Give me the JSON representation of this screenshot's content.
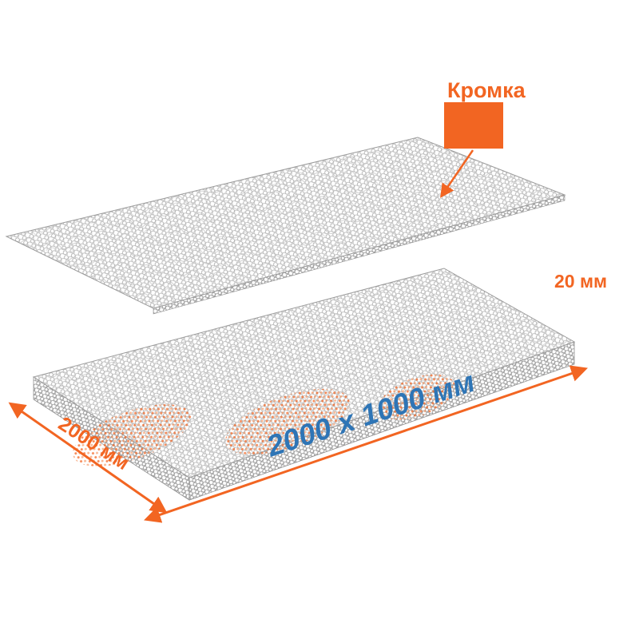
{
  "diagram": {
    "title_hint": "expanded-mesh-sheet-dimension-diagram",
    "labels": {
      "callout": "Кромка",
      "height_dim": "20 мм",
      "length_dim": "2000 мм",
      "watermark_dim": "2000 х 1000 мм"
    },
    "colors": {
      "accent_orange": "#f26522",
      "accent_blue": "#2e75b6",
      "mesh_gray": "#a3a3a3",
      "mesh_gray_dark": "#8a8a8a",
      "background": "#ffffff"
    }
  }
}
